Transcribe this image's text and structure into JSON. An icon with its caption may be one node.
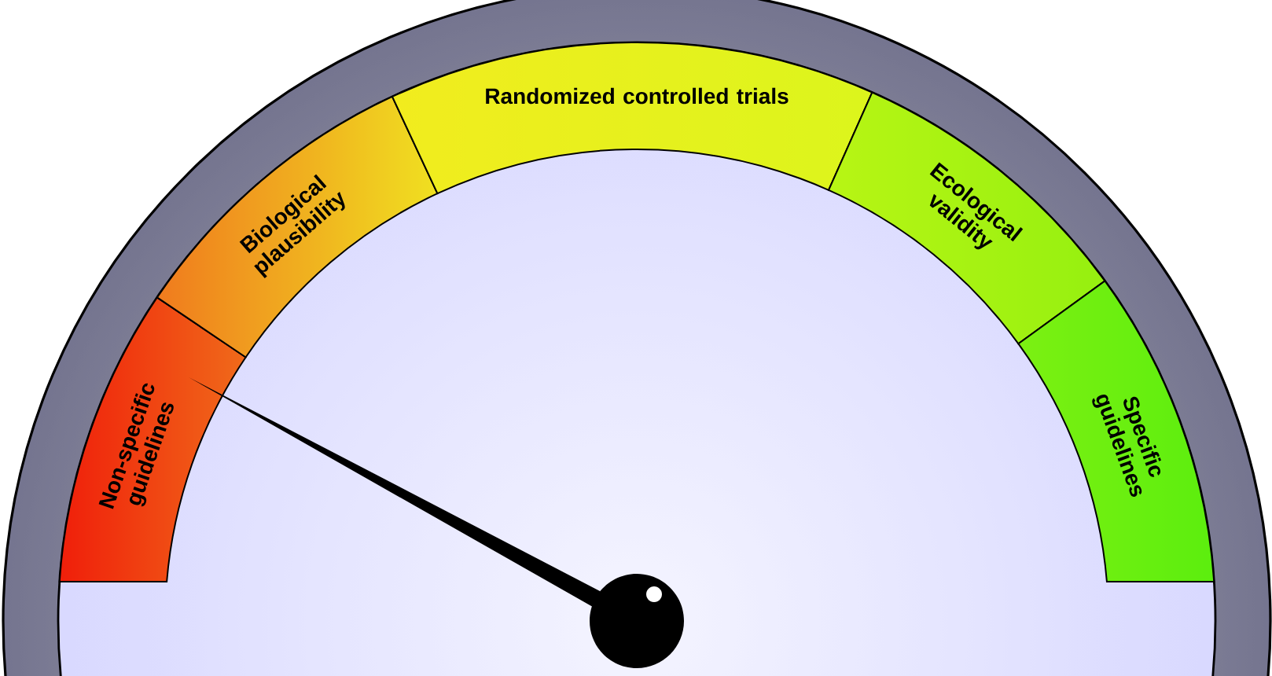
{
  "diagram": {
    "nodes": [
      {
        "text": [
          "Non-specific guidelines"
        ]
      },
      {
        "text": [
          "Biological plausibility"
        ]
      },
      {
        "text": [
          "Randomized controlled trials"
        ]
      },
      {
        "text": [
          "Ecological validity"
        ]
      },
      {
        "text": [
          "Specific guidelines"
        ]
      }
    ]
  }
}
